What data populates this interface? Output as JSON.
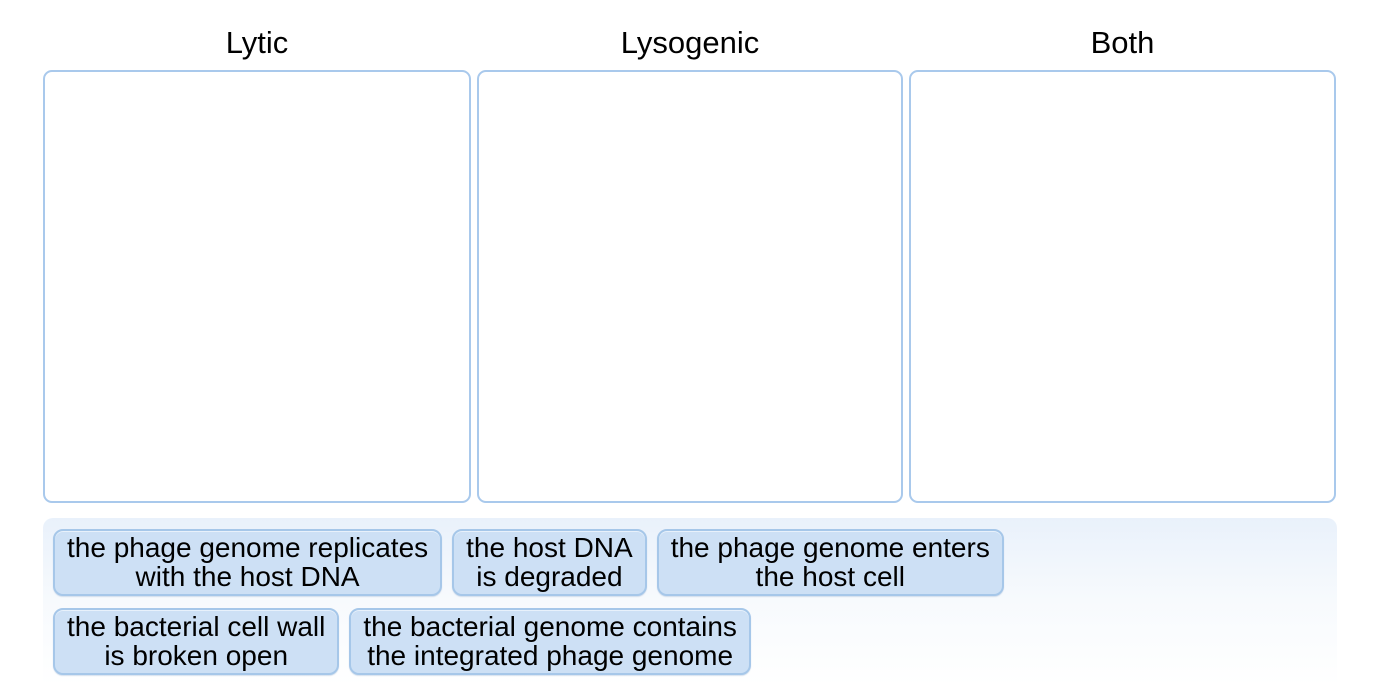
{
  "activity": {
    "type": "drag-and-drop-categorization"
  },
  "columns": [
    {
      "label": "Lytic"
    },
    {
      "label": "Lysogenic"
    },
    {
      "label": "Both"
    }
  ],
  "tray": {
    "chips": [
      {
        "line1": "the phage genome replicates",
        "line2": "with the host DNA"
      },
      {
        "line1": "the host DNA",
        "line2": "is degraded"
      },
      {
        "line1": "the phage genome enters",
        "line2": "the host cell"
      },
      {
        "line1": "the bacterial cell wall",
        "line2": "is broken open"
      },
      {
        "line1": "the bacterial genome contains",
        "line2": "the integrated phage genome"
      }
    ]
  },
  "colors": {
    "zone_border": "#a9c9ec",
    "chip_fill": "#cde0f5",
    "chip_border": "#a6c7e9",
    "tray_background_top": "#e9f1fb",
    "text": "#111111",
    "page_background": "#ffffff"
  }
}
